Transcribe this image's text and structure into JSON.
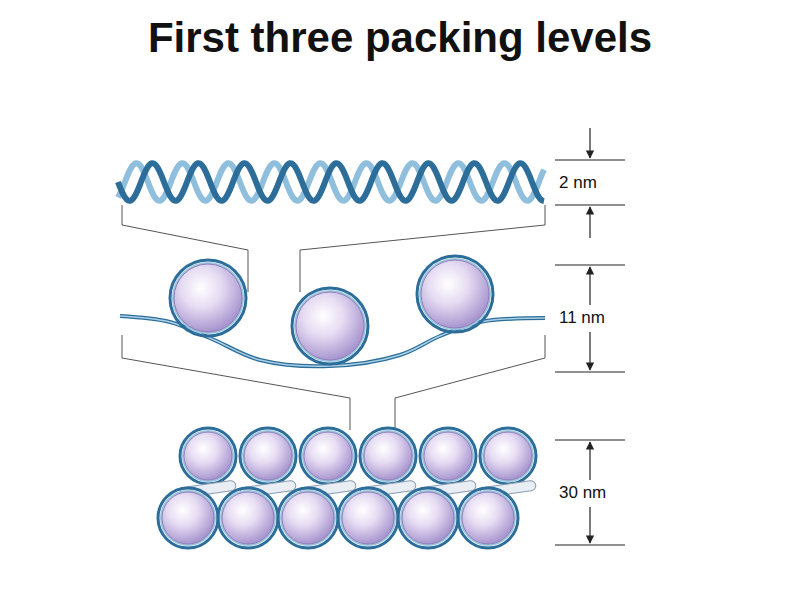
{
  "diagram": {
    "title": "First three packing levels",
    "labels": [
      "2 nm",
      "11 nm",
      "30 nm"
    ]
  }
}
